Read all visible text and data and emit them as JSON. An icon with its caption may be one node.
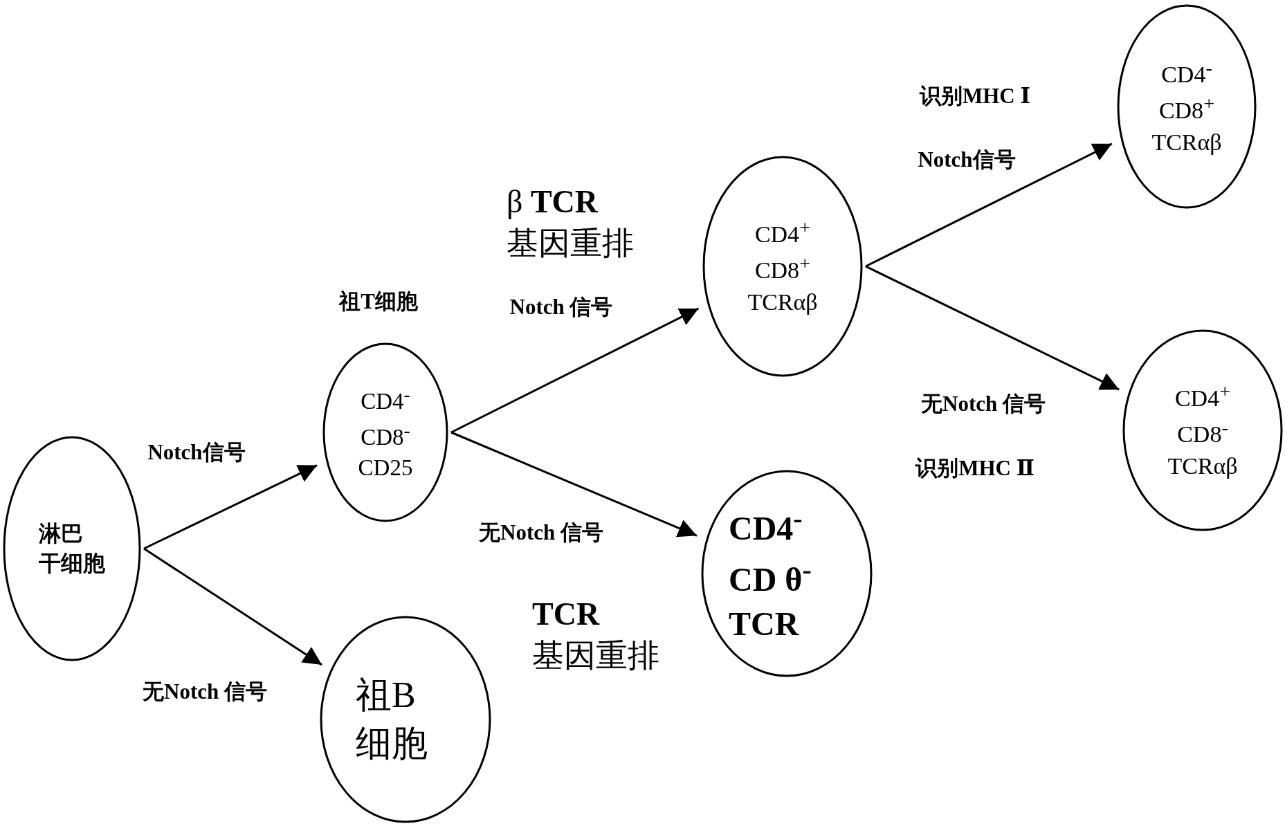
{
  "diagram": {
    "nodes": [
      {
        "text": [
          "淋巴干细胞"
        ]
      },
      {
        "text": [
          "CD4$^{-}$",
          "CD8$^{-}$",
          "CD25"
        ],
        "beside": [
          "祖T细胞"
        ]
      },
      {
        "text": [
          "祖B细胞"
        ]
      },
      {
        "text": [
          "CD4$^{+}$",
          "CD8$^{+}$",
          "TCRαβ"
        ]
      },
      {
        "text": [
          "CD4$^{-}$",
          "CD θ$^{-}$",
          "TCR"
        ]
      },
      {
        "text": [
          "CD4$^{-}$",
          "CD8$^{+}$",
          "TCRαβ"
        ]
      },
      {
        "text": [
          "CD4$^{+}$",
          "CD8$^{-}$",
          "TCRαβ"
        ]
      }
    ],
    "edges": [
      {
        "from": 0,
        "to": 1,
        "arrow": "to",
        "label": "Notch信号"
      },
      {
        "from": 0,
        "to": 2,
        "arrow": "to",
        "label": "无Notch 信号"
      },
      {
        "from": 1,
        "to": 3,
        "arrow": "to",
        "label": "Notch 信号"
      },
      {
        "from": 1,
        "to": 4,
        "arrow": "to",
        "label": "无Notch 信号"
      },
      {
        "from": 3,
        "to": 5,
        "arrow": "to",
        "label": "Notch信号"
      },
      {
        "from": 3,
        "to": 6,
        "arrow": "to",
        "label": "无Notch 信号"
      }
    ],
    "labels": [
      "识别MHC Ⅰ",
      "β **TCR** 基因重排",
      "识别MHC Ⅱ",
      "**TCR** 基因重排"
    ]
  }
}
